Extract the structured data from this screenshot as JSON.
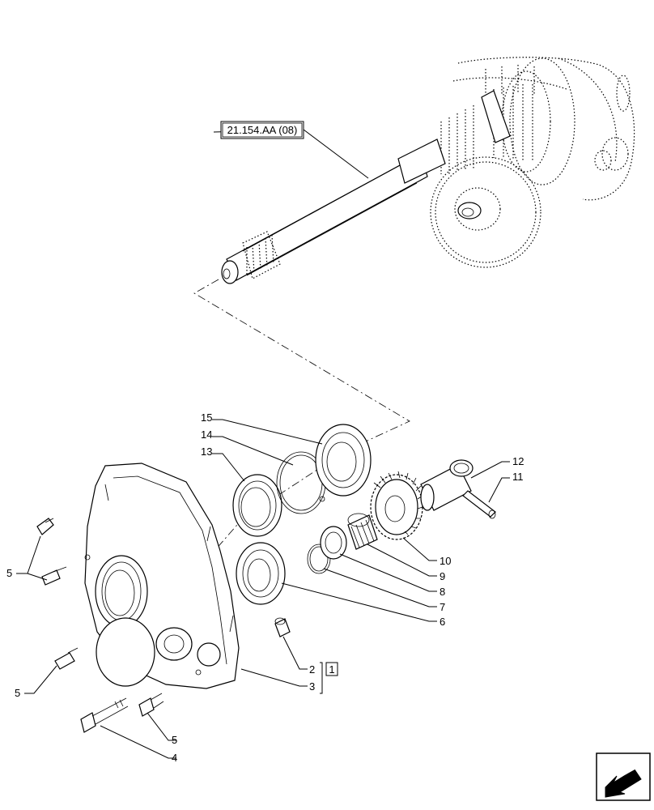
{
  "reference": "21.154.AA (08)",
  "callouts": {
    "c1": "1",
    "c2": "2",
    "c3": "3",
    "c4": "4",
    "c5a": "5",
    "c5b": "5",
    "c5c": "5",
    "c6": "6",
    "c7": "7",
    "c8": "8",
    "c9": "9",
    "c10": "10",
    "c11": "11",
    "c12": "12",
    "c13": "13",
    "c14": "14",
    "c15": "15"
  },
  "icons": {
    "nav": "arrow-back-icon"
  }
}
